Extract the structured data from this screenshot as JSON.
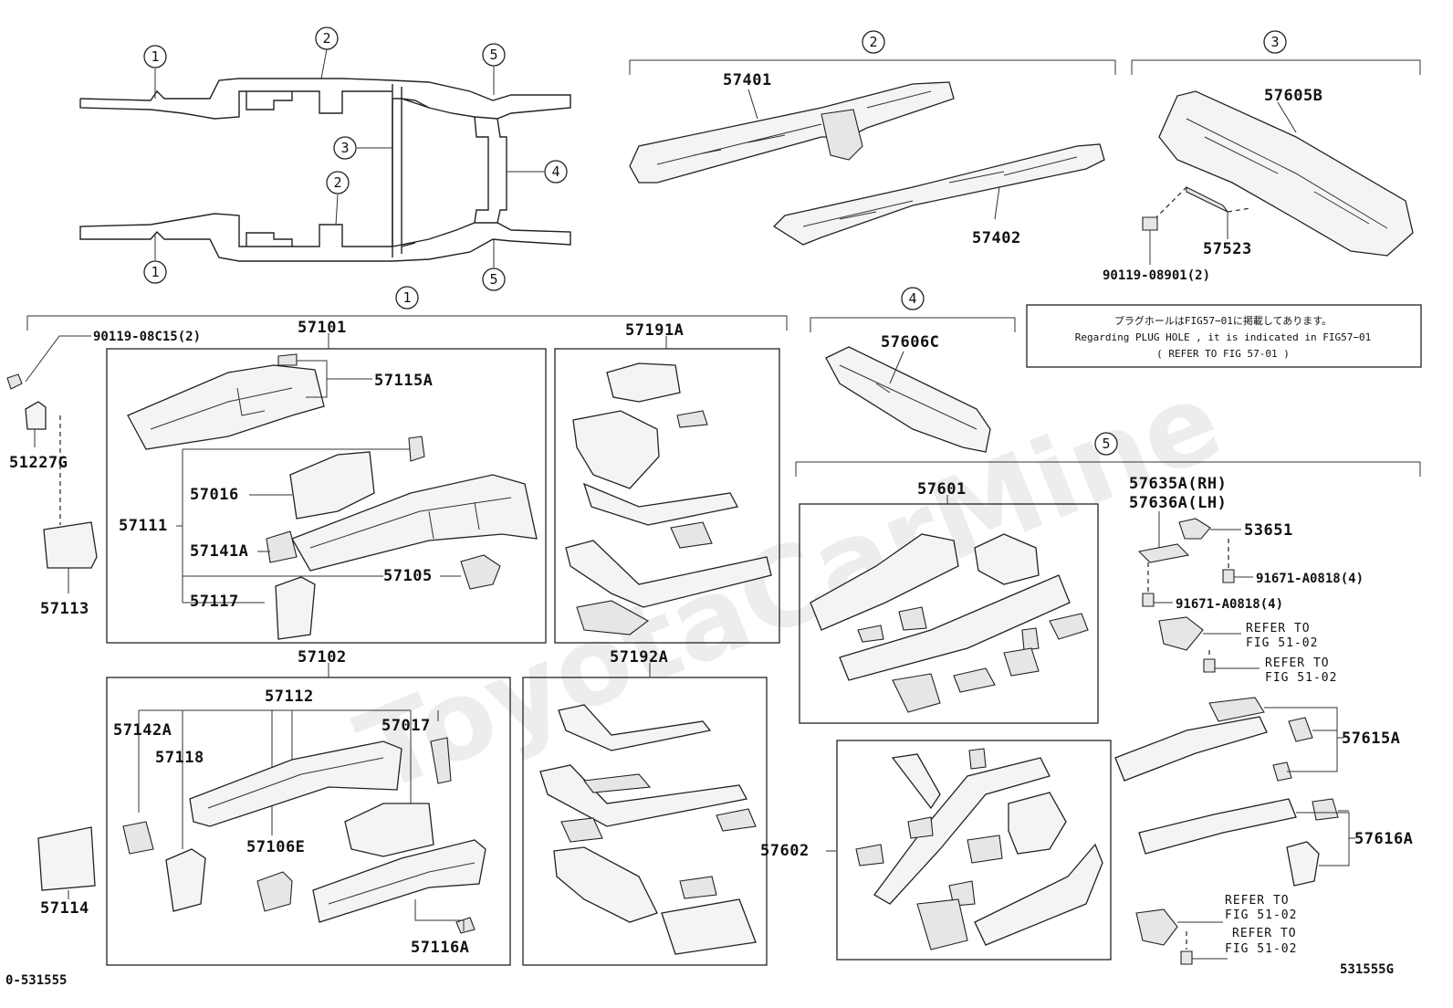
{
  "overview": {
    "circle_labels": [
      "1",
      "2",
      "3",
      "2",
      "1",
      "5",
      "4",
      "5"
    ]
  },
  "groups": {
    "g1": "1",
    "g2": "2",
    "g3": "3",
    "g4": "4",
    "g5": "5"
  },
  "parts": {
    "p57401": "57401",
    "p57402": "57402",
    "p57605B": "57605B",
    "p57523": "57523",
    "p90119_08901": "90119-08901(2)",
    "p90119_08C15": "90119-08C15(2)",
    "p57101": "57101",
    "p57115A": "57115A",
    "p57191A": "57191A",
    "p51227G": "51227G",
    "p57016": "57016",
    "p57111": "57111",
    "p57141A": "57141A",
    "p57105": "57105",
    "p57117": "57117",
    "p57113": "57113",
    "p57606C": "57606C",
    "p57601": "57601",
    "p57635A": "57635A(RH)",
    "p57636A": "57636A(LH)",
    "p53651": "53651",
    "p91671_a": "91671-A0818(4)",
    "p91671_b": "91671-A0818(4)",
    "p57102": "57102",
    "p57192A": "57192A",
    "p57112": "57112",
    "p57142A": "57142A",
    "p57017": "57017",
    "p57118": "57118",
    "p57106E": "57106E",
    "p57114": "57114",
    "p57116A": "57116A",
    "p57602": "57602",
    "p57615A": "57615A",
    "p57616A": "57616A"
  },
  "refs": {
    "r1_a": "REFER TO",
    "r1_b": "FIG 51-02",
    "r2_a": "REFER TO",
    "r2_b": "FIG 51-02",
    "r3_a": "REFER TO",
    "r3_b": "FIG 51-02",
    "r4_a": "REFER TO",
    "r4_b": "FIG 51-02"
  },
  "note": {
    "line1": "プラグホールはFIG57−01に掲載してあります。",
    "line2": "Regarding PLUG HOLE , it is indicated in FIG57−01",
    "line3": "( REFER TO FIG 57-01 )"
  },
  "footer": {
    "left_code": "0-531555",
    "right_code": "531555G"
  },
  "watermark": "ToyotaCarMine"
}
